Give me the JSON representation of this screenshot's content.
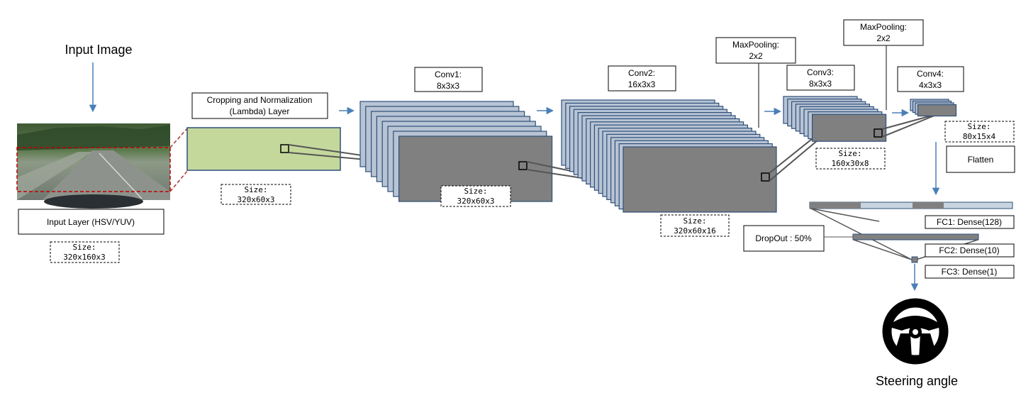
{
  "input": {
    "title": "Input Image",
    "layer_label": "Input Layer (HSV/YUV)",
    "size_label": "Size:",
    "size_value": "320x160x3"
  },
  "crop": {
    "label_line1": "Cropping  and Normalization",
    "label_line2": "(Lambda) Layer",
    "size_label": "Size:",
    "size_value": "320x60x3"
  },
  "conv1": {
    "label_line1": "Conv1:",
    "label_line2": "8x3x3",
    "size_label": "Size:",
    "size_value": "320x60x3"
  },
  "conv2": {
    "label_line1": "Conv2:",
    "label_line2": "16x3x3",
    "size_label": "Size:",
    "size_value": "320x60x16"
  },
  "pool1": {
    "label_line1": "MaxPooling:",
    "label_line2": "2x2"
  },
  "conv3": {
    "label_line1": "Conv3:",
    "label_line2": "8x3x3",
    "size_label": "Size:",
    "size_value": "160x30x8"
  },
  "pool2": {
    "label_line1": "MaxPooling:",
    "label_line2": "2x2"
  },
  "conv4": {
    "label_line1": "Conv4:",
    "label_line2": "4x3x3",
    "size_label": "Size:",
    "size_value": "80x15x4"
  },
  "flatten": {
    "label": "Flatten"
  },
  "dropout": {
    "label": "DropOut : 50%"
  },
  "fc1": {
    "label": "FC1: Dense(128)"
  },
  "fc2": {
    "label": "FC2: Dense(10)"
  },
  "fc3": {
    "label": "FC3: Dense(1)"
  },
  "output": {
    "label": "Steering angle"
  },
  "colors": {
    "arrow": "#4a7fb8",
    "feature_map": "#808080",
    "feature_map_back": "#b8c4d4",
    "feature_border": "#2e4f7a",
    "crop_fill": "#c5d89c",
    "crop_outline": "#b22222",
    "dense_light": "#c8d4e0"
  }
}
